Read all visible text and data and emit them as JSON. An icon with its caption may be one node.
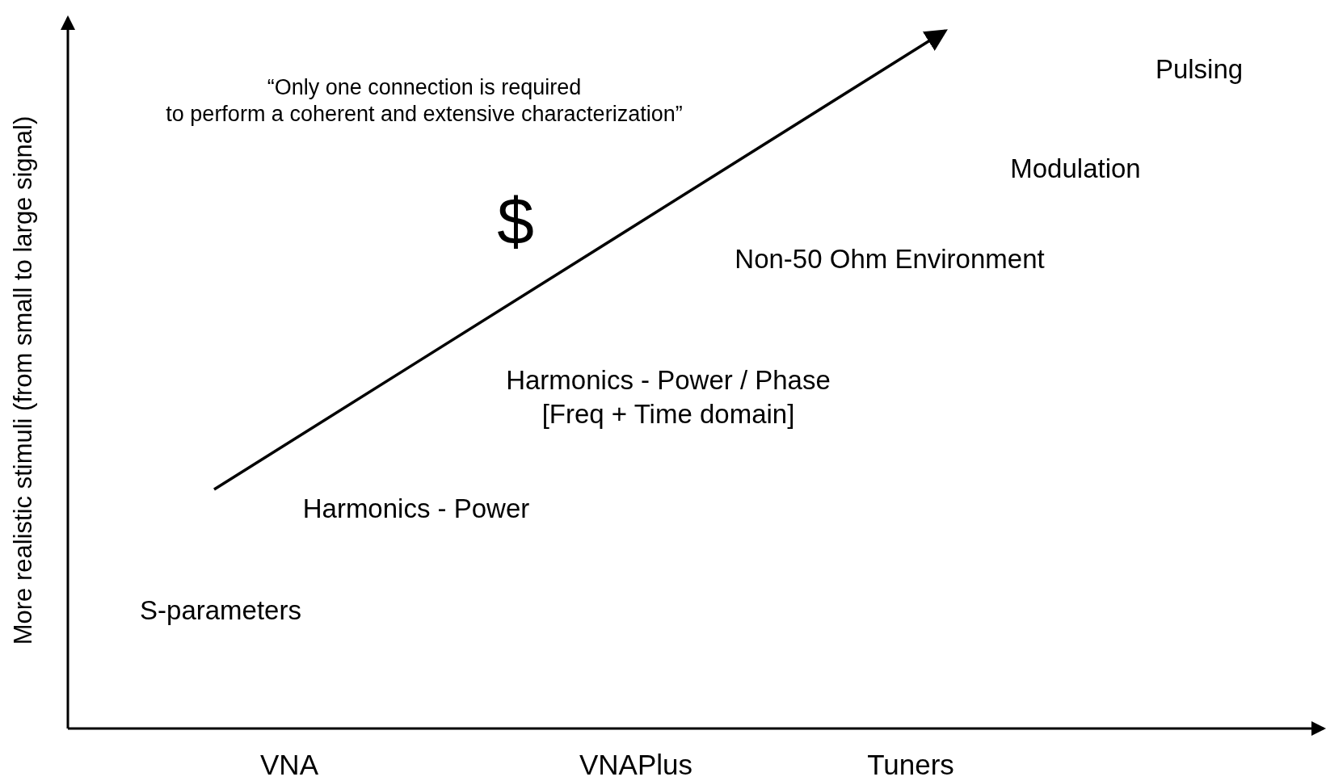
{
  "diagram": {
    "labels": [
      "More realistic stimuli (from small to large signal)",
      "“Only one connection is required",
      "to perform a coherent and extensive characterization”",
      "Pulsing",
      "Modulation",
      "$",
      "Non-50 Ohm Environment",
      "Harmonics - Power / Phase",
      "[Freq + Time domain]",
      "Harmonics - Power",
      "S-parameters",
      "VNA",
      "VNAPlus",
      "Tuners"
    ]
  }
}
